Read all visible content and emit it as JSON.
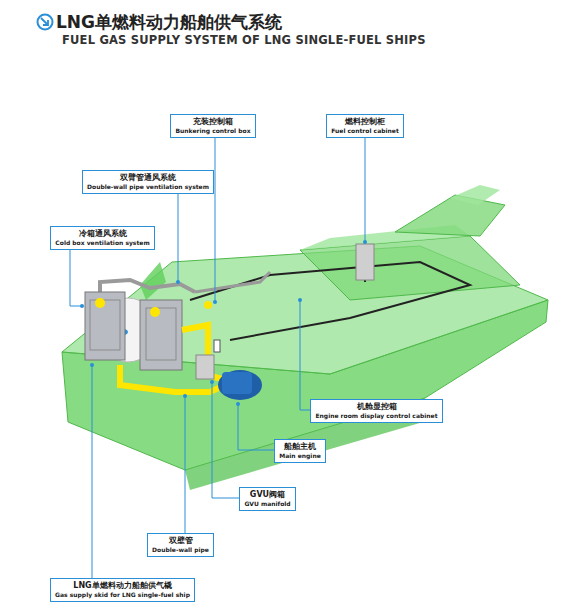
{
  "diagram": {
    "title": "LNG单燃料动力船舶供气系统",
    "nodes": [
      {
        "text": [
          "充装控制箱",
          "Bunkering control box"
        ]
      },
      {
        "text": [
          "燃料控制柜",
          "Fuel control cabinet"
        ]
      },
      {
        "text": [
          "双臂管通风系统",
          "Double-wall pipe ventilation system"
        ]
      },
      {
        "text": [
          "冷箱通风系统",
          "Cold box ventilation system"
        ]
      },
      {
        "text": [
          "机舱显控箱",
          "Engine room display control cabinet"
        ]
      },
      {
        "text": [
          "船舶主机",
          "Main engine"
        ]
      },
      {
        "text": [
          "GVU阀箱",
          "GVU manifold"
        ]
      },
      {
        "text": [
          "双壁管",
          "Double-wall pipe"
        ]
      },
      {
        "text": [
          "LNG单燃料动力船舶供气橇",
          "Gas supply skid for LNG single-fuel ship"
        ]
      }
    ],
    "labels": [
      "FUEL GAS SUPPLY SYSTEM OF LNG SINGLE-FUEL SHIPS"
    ]
  }
}
